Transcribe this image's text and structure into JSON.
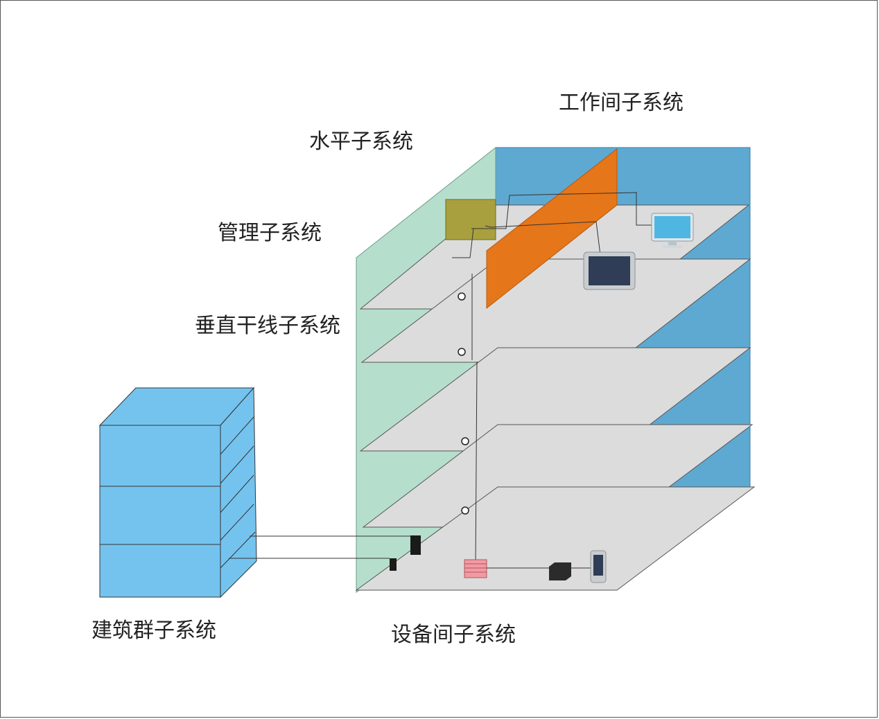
{
  "labels": {
    "work_area": "工作间子系统",
    "horizontal": "水平子系统",
    "administration": "管理子系统",
    "backbone": "垂直干线子系统",
    "campus": "建筑群子系统",
    "equipment_room": "设备间子系统"
  },
  "colors": {
    "green_wall": "#b5dfcc",
    "blue_wall": "#5ea9d1",
    "floor": "#dcdcdc",
    "partition": "#e5761a",
    "panel": "#a8a03e",
    "campus_building": "#74c3ef"
  },
  "icons": [
    "monitor-icon",
    "tablet-icon",
    "phone-icon",
    "switch-icon",
    "server-icon",
    "outlet-icon"
  ]
}
